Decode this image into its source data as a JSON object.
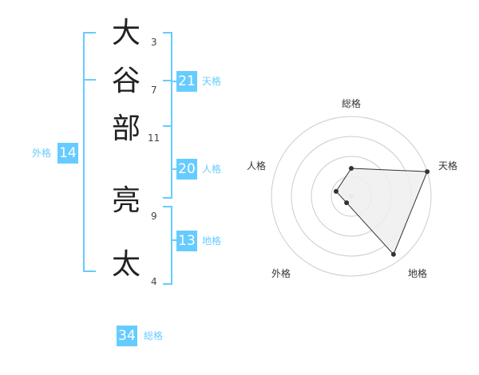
{
  "characters": [
    {
      "char": "大",
      "strokes": "3"
    },
    {
      "char": "谷",
      "strokes": "7"
    },
    {
      "char": "部",
      "strokes": "11"
    },
    {
      "char": "亮",
      "strokes": "9"
    },
    {
      "char": "太",
      "strokes": "4"
    }
  ],
  "fortunes": {
    "tenkaku": {
      "value": "21",
      "label": "天格"
    },
    "jinkaku": {
      "value": "20",
      "label": "人格"
    },
    "chikaku": {
      "value": "13",
      "label": "地格"
    },
    "gaikaku": {
      "value": "14",
      "label": "外格"
    },
    "soukaku": {
      "value": "34",
      "label": "総格"
    }
  },
  "chart_data": {
    "type": "radar",
    "axes": [
      "総格",
      "天格",
      "地格",
      "外格",
      "人格"
    ],
    "values": [
      0.35,
      1.0,
      0.9,
      0.1,
      0.2
    ],
    "rings": 4,
    "colors": {
      "accent": "#66ccff",
      "fill": "#eeeeee",
      "stroke": "#333333",
      "grid": "#cccccc"
    }
  }
}
